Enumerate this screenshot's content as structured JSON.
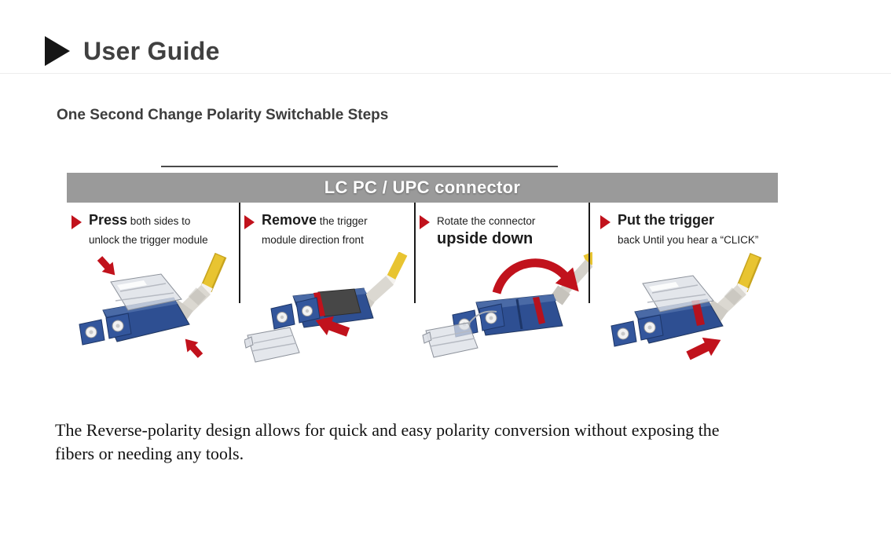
{
  "header": {
    "title": "User Guide"
  },
  "subtitle": "One Second Change Polarity Switchable Steps",
  "banner": {
    "label": "LC PC / UPC connector"
  },
  "steps": [
    {
      "line1_bold": "Press",
      "line1_rest": " both sides to",
      "line2_bold": "",
      "line2_rest": "unlock the trigger module"
    },
    {
      "line1_bold": "Remove",
      "line1_rest": " the trigger",
      "line2_bold": "",
      "line2_rest": "module direction front"
    },
    {
      "line1_bold": "",
      "line1_rest": "Rotate the connector",
      "line2_bold": "upside down",
      "line2_rest": ""
    },
    {
      "line1_bold": "Put the trigger",
      "line1_rest": "",
      "line2_bold": "",
      "line2_rest": "back Until you hear a “CLICK”"
    }
  ],
  "description": "The Reverse-polarity design allows for quick and easy polarity conversion without exposing the fibers or needing any tools.",
  "icons": {
    "title_marker": "black-right-triangle",
    "step_bullet": "red-right-triangle",
    "press_arrows": "red-press-arrows",
    "remove_arrow": "red-left-arrow",
    "rotate_arrow": "red-curved-rotation-arrow",
    "click_arrow": "red-right-up-arrow"
  },
  "colors": {
    "accent_red": "#c1121c",
    "banner_bg": "#9a9a9a",
    "banner_text": "#ffffff",
    "title_text": "#404040",
    "connector_blue": "#2e4f92",
    "cable_yellow": "#e8c431"
  }
}
